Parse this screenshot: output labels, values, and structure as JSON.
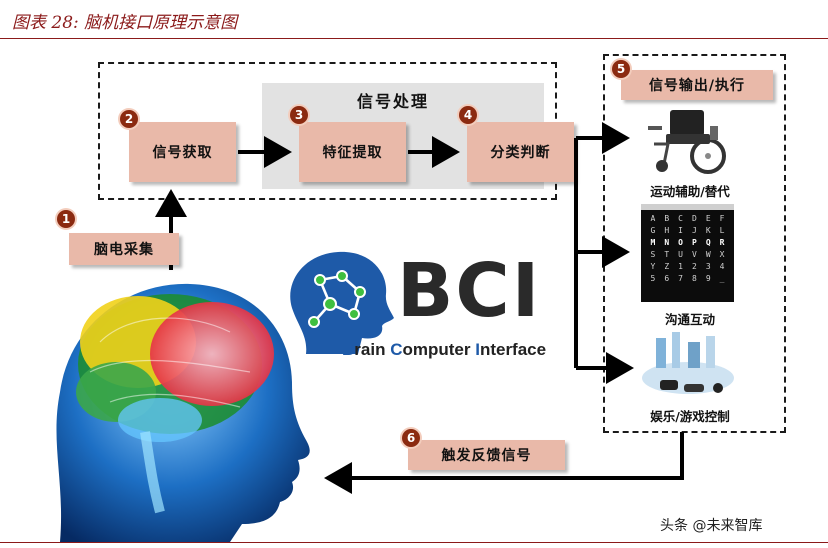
{
  "figure_title": "图表 28: 脑机接口原理示意图",
  "processing_title": "信号处理",
  "steps": [
    {
      "badge": "1",
      "label": "脑电采集"
    },
    {
      "badge": "2",
      "label": "信号获取"
    },
    {
      "badge": "3",
      "label": "特征提取"
    },
    {
      "badge": "4",
      "label": "分类判断"
    },
    {
      "badge": "5",
      "label": "信号输出/执行"
    },
    {
      "badge": "6",
      "label": "触发反馈信号"
    }
  ],
  "outputs": [
    {
      "label": "运动辅助/替代",
      "icon": "wheelchair-icon"
    },
    {
      "label": "沟通互动",
      "icon": "p300-speller-icon"
    },
    {
      "label": "娱乐/游戏控制",
      "icon": "game-controller-icon"
    }
  ],
  "speller_grid": [
    "A",
    "B",
    "C",
    "D",
    "E",
    "F",
    "G",
    "H",
    "I",
    "J",
    "K",
    "L",
    "M",
    "N",
    "O",
    "P",
    "Q",
    "R",
    "S",
    "T",
    "U",
    "V",
    "W",
    "X",
    "Y",
    "Z",
    "1",
    "2",
    "3",
    "4",
    "5",
    "6",
    "7",
    "8",
    "9",
    "_"
  ],
  "bci_logo": {
    "letters": "BCI",
    "subtitle_parts": [
      {
        "text": "B",
        "highlight": true
      },
      {
        "text": "rain ",
        "highlight": false
      },
      {
        "text": "C",
        "highlight": true
      },
      {
        "text": "omputer ",
        "highlight": false
      },
      {
        "text": "I",
        "highlight": true
      },
      {
        "text": "nterface",
        "highlight": false
      }
    ]
  },
  "watermark": "头条 @未来智库",
  "colors": {
    "step_fill": "#e9b9a9",
    "badge_fill": "#8b2a10",
    "title_red": "#8b1a1a",
    "logo_blue": "#1e5aa8",
    "logo_green": "#3fbf3f"
  }
}
